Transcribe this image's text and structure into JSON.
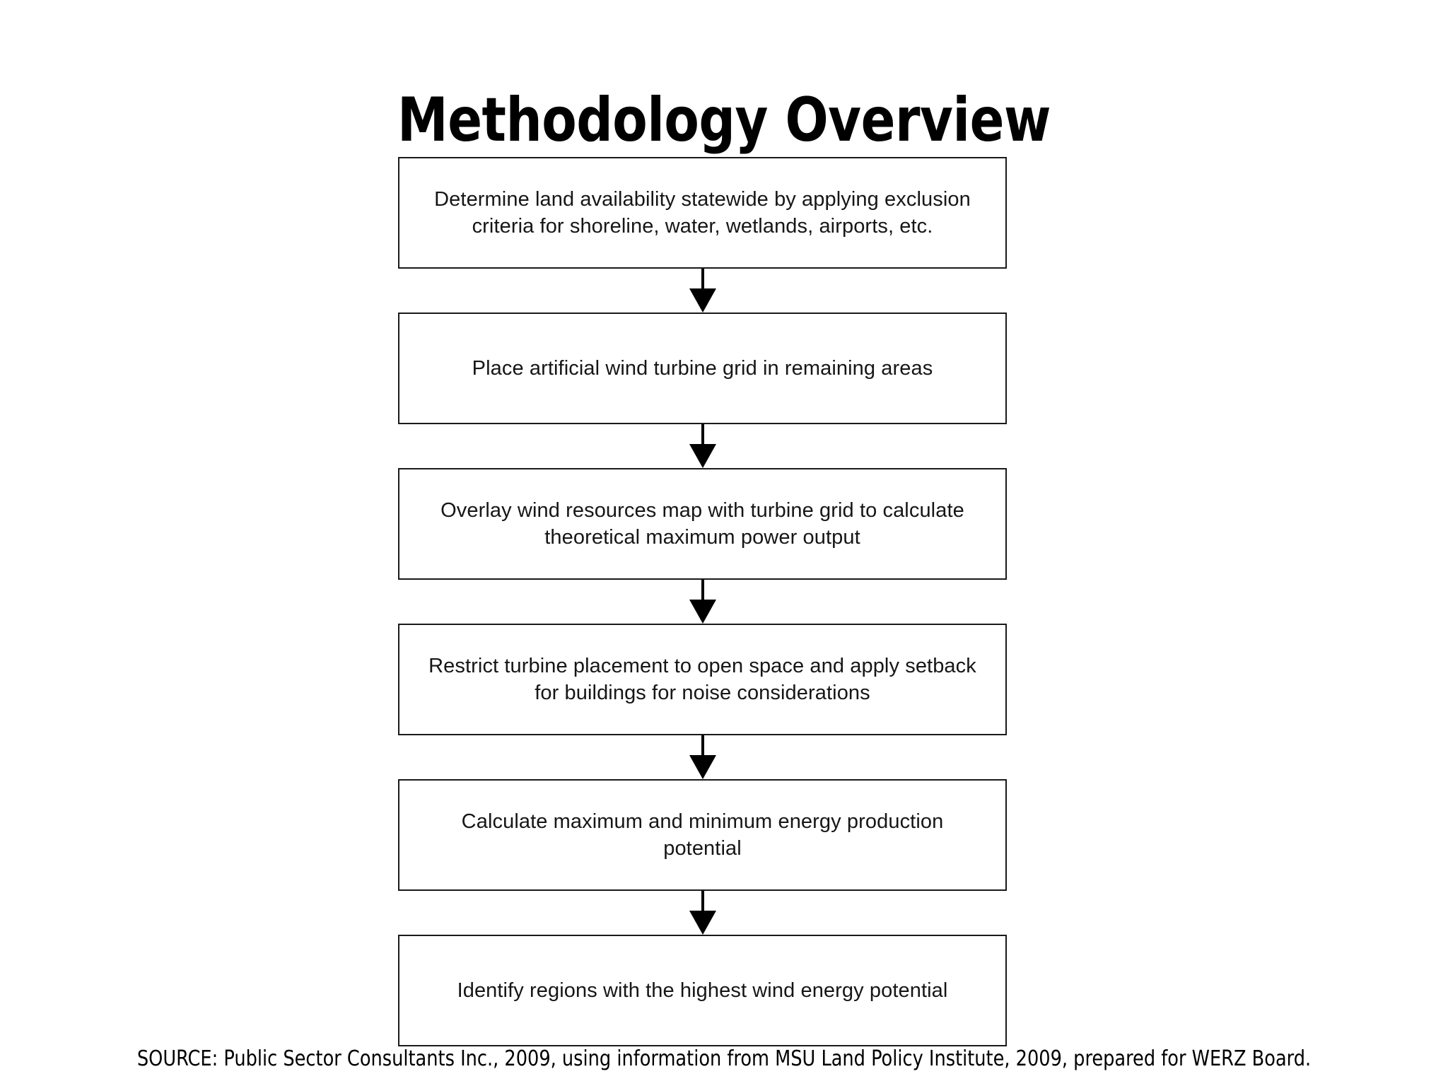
{
  "slide": {
    "title": "Methodology Overview",
    "background_color": "#ffffff",
    "text_color": "#000000"
  },
  "flowchart": {
    "type": "vertical-flow",
    "box_border_color": "#1a1a1a",
    "box_fill_color": "#ffffff",
    "arrow_color": "#000000",
    "steps": [
      {
        "index": 1,
        "text": "Determine land availability statewide by applying exclusion criteria for shoreline, water, wetlands, airports, etc."
      },
      {
        "index": 2,
        "text": "Place artificial wind turbine grid in remaining areas"
      },
      {
        "index": 3,
        "text": "Overlay wind resources map with turbine grid to calculate theoretical maximum power output"
      },
      {
        "index": 4,
        "text": "Restrict turbine placement to open space and apply setback for buildings for noise considerations"
      },
      {
        "index": 5,
        "text": "Calculate maximum and minimum energy production potential"
      },
      {
        "index": 6,
        "text": "Identify regions with the highest wind energy potential"
      }
    ]
  },
  "source": {
    "text": "SOURCE: Public Sector Consultants Inc., 2009, using information from MSU Land Policy Institute, 2009, prepared for WERZ Board."
  }
}
